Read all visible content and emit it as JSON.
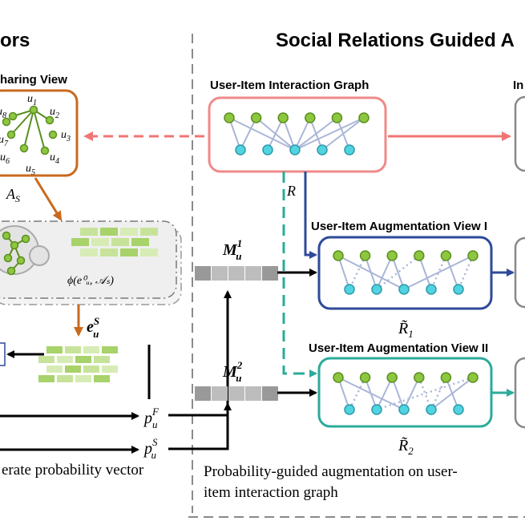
{
  "header_left_fragment": "ors",
  "header_right": "Social Relations Guided A",
  "sharing_view_title": "haring View",
  "social_nodes": [
    "u",
    "u",
    "u",
    "u",
    "u",
    "u",
    "u",
    "u"
  ],
  "social_node_subs": [
    "1",
    "2",
    "3",
    "4",
    "5",
    "6",
    "7",
    "8"
  ],
  "social_graph_label": "A",
  "social_graph_label_sub": "S",
  "encoder_formula": "ϕ(e⁰ᵤ, 𝒜ₛ)",
  "e_user_social": "e",
  "e_user_social_sup": "S",
  "e_user_social_sub": "u",
  "p_F": "p",
  "p_F_sup": "F",
  "p_F_sub": "u",
  "p_S": "p",
  "p_S_sup": "S",
  "p_S_sub": "u",
  "left_caption": "erate probability vector",
  "interaction_graph_title": "User-Item Interaction Graph",
  "interaction_truncated_title": "In",
  "R_label": "R",
  "M1": "M",
  "M1_sup": "1",
  "M1_sub": "u",
  "M2": "M",
  "M2_sup": "2",
  "M2_sub": "u",
  "aug_view_1_title": "User-Item Augmentation View I",
  "aug_view_2_title": "User-Item Augmentation View II",
  "R1": "R̃",
  "R1_sub": "1",
  "R2": "R̃",
  "R2_sub": "2",
  "bottom_caption_line1": "Probability-guided augmentation on user-",
  "bottom_caption_line2": "item interaction graph",
  "colors": {
    "user_node": "#8dc63f",
    "user_node_stroke": "#5a8f1f",
    "item_node": "#52d3e0",
    "item_node_stroke": "#2a9aab",
    "interaction_box": "#f08a8a",
    "aug1_box": "#2e4a9a",
    "aug2_box": "#2bab9a",
    "social_box": "#c86a1e",
    "dashed_arrow": "#f07575",
    "mask_gray": "#bdbdbd",
    "mask_dark": "#999999"
  }
}
